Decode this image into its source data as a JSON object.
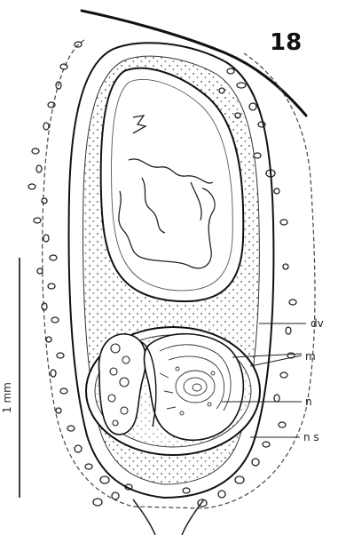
{
  "figure": {
    "number": "18",
    "scale_bar_label": "1 mm",
    "labels": [
      {
        "id": "dv",
        "text": "dv"
      },
      {
        "id": "m",
        "text": "m"
      },
      {
        "id": "n",
        "text": "n"
      },
      {
        "id": "ns",
        "text": "n s"
      }
    ]
  },
  "colors": {
    "ink": "#1a1a1a",
    "paper": "#ffffff"
  }
}
